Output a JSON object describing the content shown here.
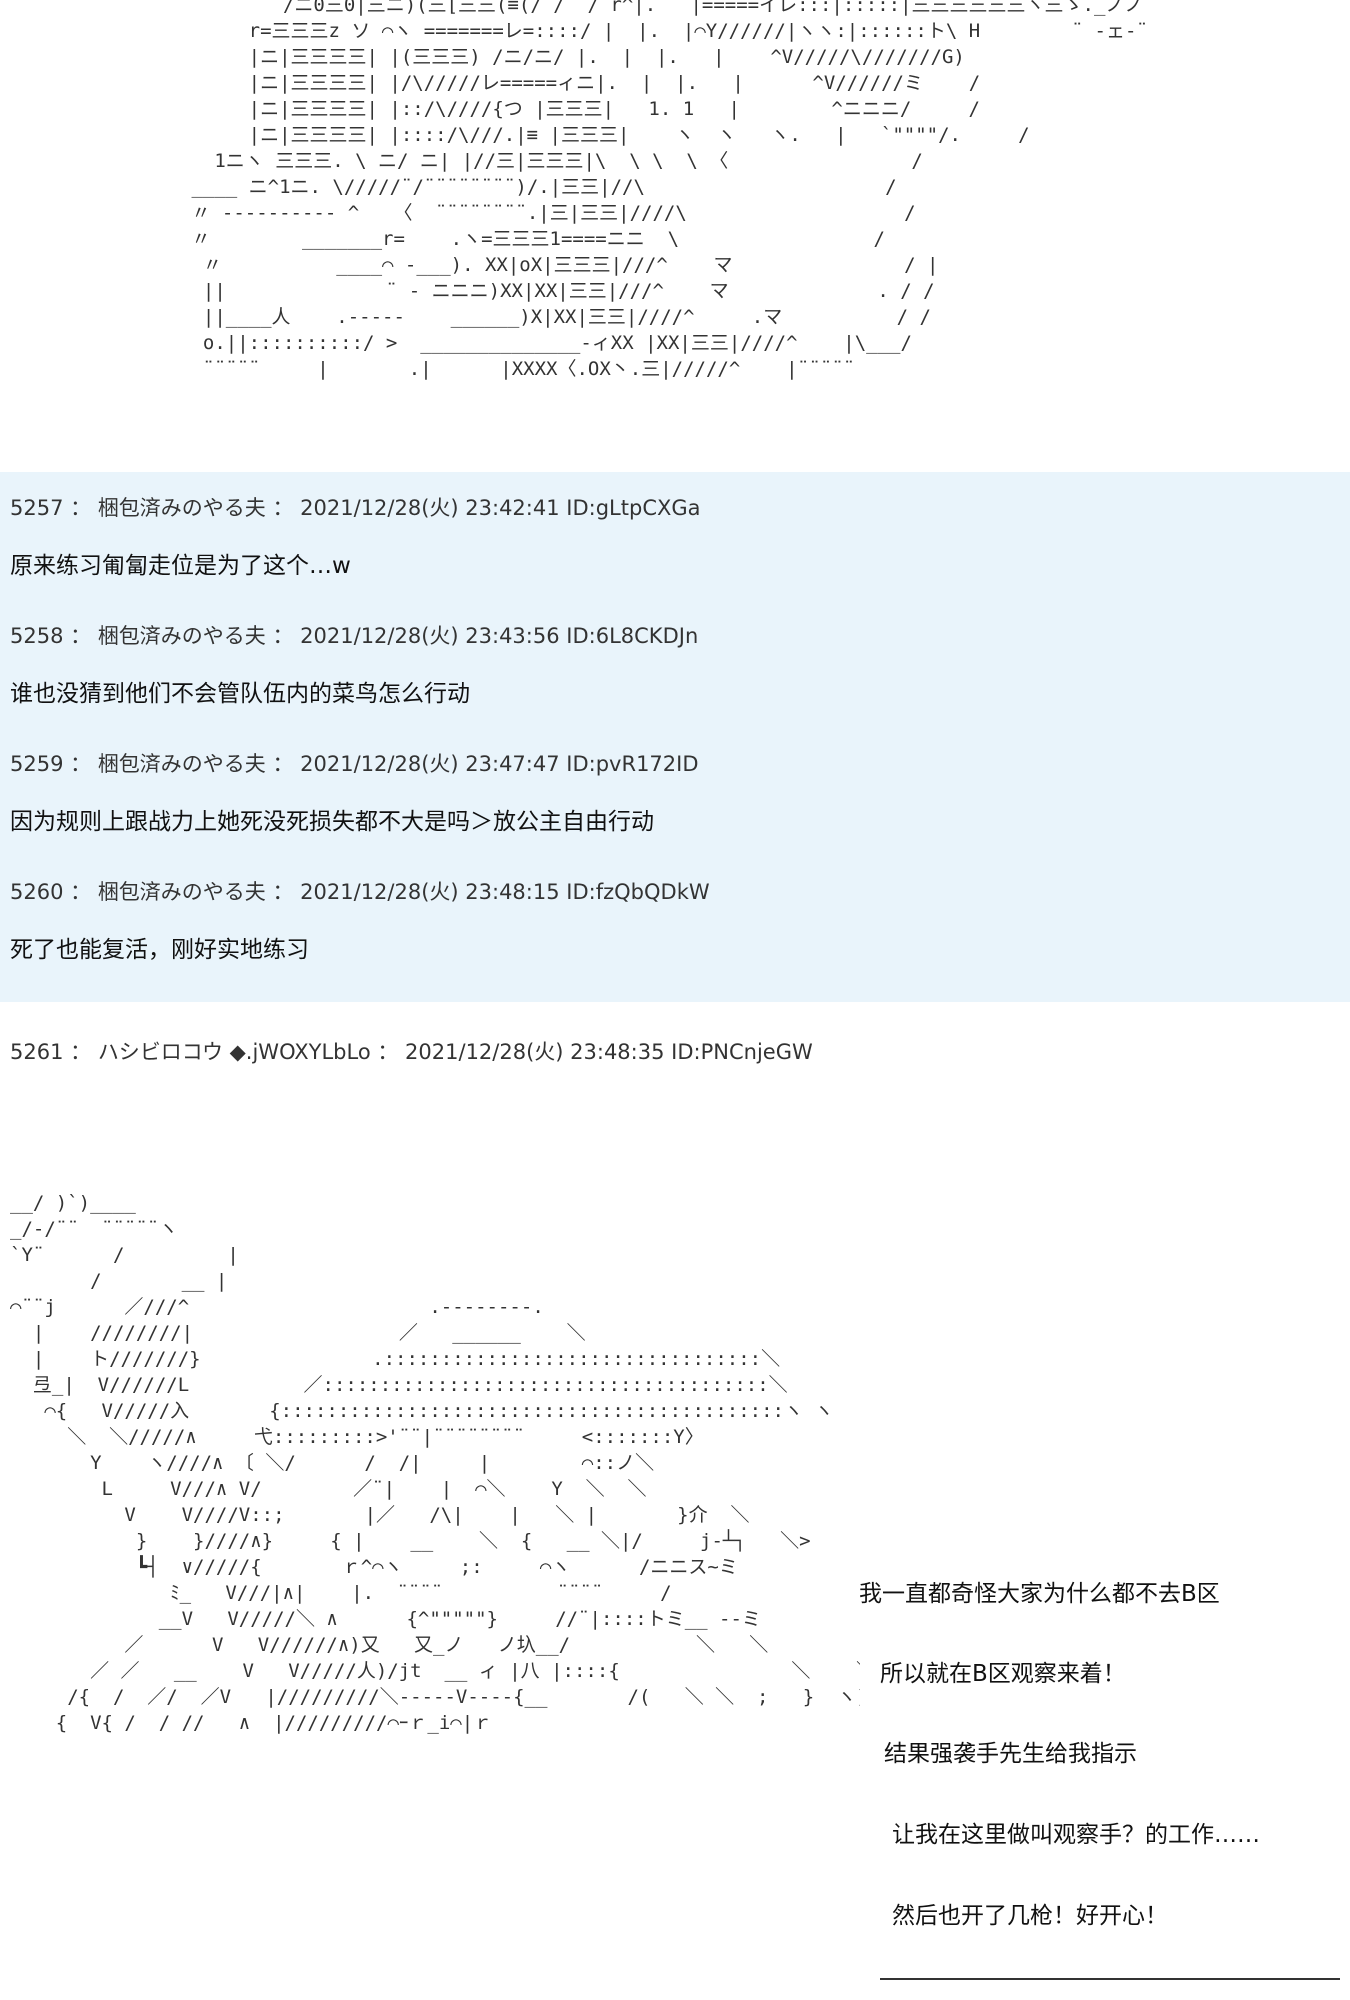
{
  "posts": [
    {
      "number": "5257",
      "name": "梱包済みのやる夫",
      "date": "2021/12/28(火) 23:42:41",
      "id": "ID:gLtpCXGa",
      "body": "原来练习匍匐走位是为了这个…w"
    },
    {
      "number": "5258",
      "name": "梱包済みのやる夫",
      "date": "2021/12/28(火) 23:43:56",
      "id": "ID:6L8CKDJn",
      "body": "谁也没猜到他们不会管队伍内的菜鸟怎么行动"
    },
    {
      "number": "5259",
      "name": "梱包済みのやる夫",
      "date": "2021/12/28(火) 23:47:47",
      "id": "ID:pvR172ID",
      "body": "因为规则上跟战力上她死没死损失都不大是吗＞放公主自由行动"
    },
    {
      "number": "5260",
      "name": "梱包済みのやる夫",
      "date": "2021/12/28(火) 23:48:15",
      "id": "ID:fzQbQDkW",
      "body": "死了也能复活，刚好实地练习"
    }
  ],
  "author_post": {
    "number": "5261",
    "name": "ハシビロコウ ◆.jWOXYLbLo",
    "date": "2021/12/28(火) 23:48:35",
    "id": "ID:PNCnjeGW"
  },
  "dialogue": [
    "我一直都奇怪大家为什么都不去B区",
    "所以就在B区观察来着！",
    "结果强袭手先生给我指示",
    "让我在这里做叫观察手？的工作……",
    "然后也开了几枪！好开心！"
  ]
}
